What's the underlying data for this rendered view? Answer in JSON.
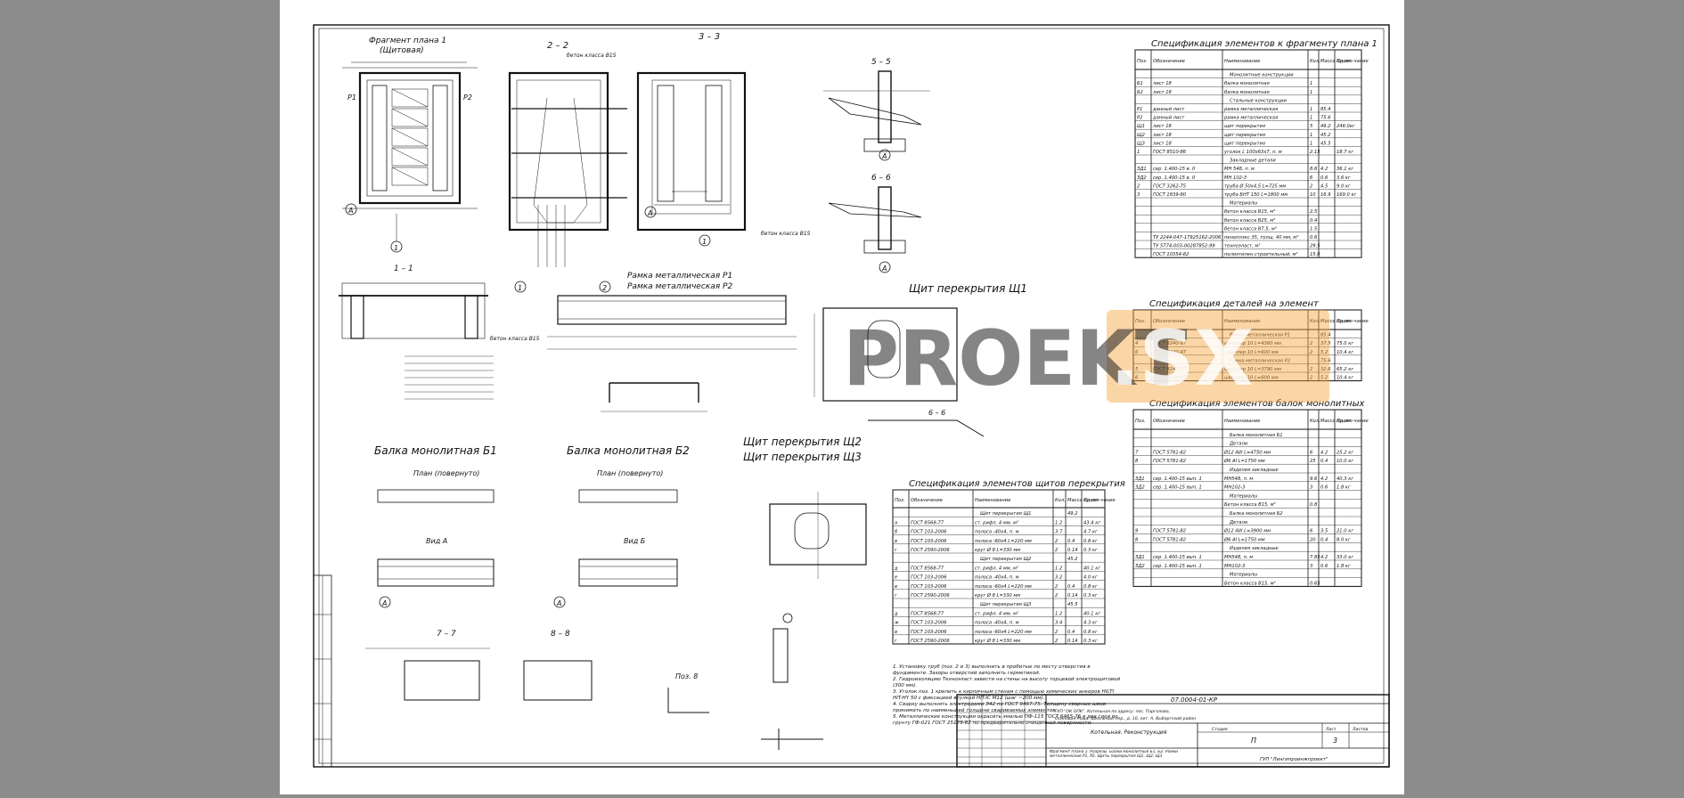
{
  "watermark": {
    "part1": "PROEKT",
    "part2": ".SX",
    "accent": "#f3a13a"
  },
  "views": {
    "plan1_title": "Фрагмент плана 1",
    "plan1_sub": "(Щитовая)",
    "s22": "2 – 2",
    "s33": "3 – 3",
    "s55": "5 – 5",
    "s66": "6 – 6",
    "s11": "1 – 1",
    "frame_p1": "Рамка металлическая Р1",
    "frame_p2": "Рамка металлическая Р2",
    "slab1": "Щит перекрытия Щ1",
    "slab2": "Щит перекрытия Щ2",
    "slab3": "Щит перекрытия Щ3",
    "beam_b1": "Балка монолитная Б1",
    "beam_b2": "Балка монолитная Б2",
    "plan_rot": "План (повернуто)",
    "view_a": "Вид А",
    "view_b": "Вид Б",
    "s77": "7 – 7",
    "s88": "8 – 8",
    "pos8": "Поз. 8",
    "concrete": "бетон класса В15"
  },
  "spec_plan": {
    "title": "Спецификация элементов к фрагменту плана 1",
    "headers": [
      "Поз.",
      "Обозначение",
      "Наименование",
      "Кол.",
      "Масса ед.,кг",
      "Приме-чание"
    ],
    "rows": [
      [
        "",
        "",
        "Монолитные конструкции",
        "",
        "",
        ""
      ],
      [
        "Б1",
        "лист 18",
        "балка монолитная",
        "1",
        "",
        ""
      ],
      [
        "Б2",
        "лист 18",
        "балка монолитная",
        "1",
        "",
        ""
      ],
      [
        "",
        "",
        "Стальные конструкции",
        "",
        "",
        ""
      ],
      [
        "Р1",
        "данный лист",
        "рамка металлическая",
        "1",
        "85.4",
        ""
      ],
      [
        "Р2",
        "данный лист",
        "рамка металлическая",
        "1",
        "75.6",
        ""
      ],
      [
        "Щ1",
        "лист 18",
        "щит перекрытия",
        "5",
        "49.2",
        "246.0кг"
      ],
      [
        "Щ2",
        "лист 18",
        "щит перекрытия",
        "1",
        "45.2",
        ""
      ],
      [
        "Щ3",
        "лист 18",
        "щит перекрытия",
        "1",
        "45.5",
        ""
      ],
      [
        "1",
        "ГОСТ 8510-86",
        "уголок L 100х63х7, п. м",
        "2.15",
        "",
        "18.7 кг"
      ],
      [
        "",
        "",
        "Закладные детали",
        "",
        "",
        ""
      ],
      [
        "ЗД1",
        "сер. 1.400-15 в. 0",
        "МН 548, п. м",
        "8.6",
        "4.2",
        "36.1 кг"
      ],
      [
        "ЗД2",
        "сер. 1.400-15 в. 0",
        "МН 102-3",
        "6",
        "0.6",
        "3.6 кг"
      ],
      [
        "2",
        "ГОСТ 3262-75",
        "труба Ø 50х4.5 L=725 мм",
        "2",
        "4.5",
        "9.0 кг"
      ],
      [
        "3",
        "ГОСТ 1839-80",
        "труба БНТ 150 L=1800 мм",
        "10",
        "16.9",
        "169.0 кг"
      ],
      [
        "",
        "",
        "Материалы",
        "",
        "",
        ""
      ],
      [
        "",
        "",
        "бетон класса В15, м³",
        "2.5",
        "",
        ""
      ],
      [
        "",
        "",
        "бетон класса В25, м³",
        "0.4",
        "",
        ""
      ],
      [
        "",
        "",
        "бетон класса В7.5, м³",
        "1.5",
        "",
        ""
      ],
      [
        "",
        "ТУ 2244-047-17925162-2006",
        "пеноплэкс 35, толщ. 40 мм, м²",
        "0.6",
        "",
        ""
      ],
      [
        "",
        "ТУ 5774-003-00287852-99",
        "техноэласт, м²",
        "29.5",
        "",
        ""
      ],
      [
        "",
        "ГОСТ 10354-82",
        "полиэтилен строительный, м²",
        "15.0",
        "",
        ""
      ]
    ]
  },
  "spec_details": {
    "title": "Спецификация деталей на элемент",
    "headers": [
      "Поз.",
      "Обозначение",
      "Наименование",
      "Кол.",
      "Масса ед.,кг",
      "Приме-чание"
    ],
    "rows": [
      [
        "",
        "",
        "Рамка металлическая Р1",
        "",
        "85.4",
        ""
      ],
      [
        "4",
        "ГОСТ 8240-97",
        "швеллер 10  L=4360 мм",
        "2",
        "37.5",
        "75.0 кг"
      ],
      [
        "6",
        "ГОСТ 8240-97",
        "швеллер 10  L=600 мм",
        "2",
        "5.2",
        "10.4 кг"
      ],
      [
        "",
        "",
        "Рамка металлическая Р2",
        "",
        "75.6",
        ""
      ],
      [
        "5",
        "ГОСТ 8240-97",
        "швеллер 10  L=3790 мм",
        "2",
        "32.6",
        "65.2 кг"
      ],
      [
        "6",
        "ГОСТ 8240-97",
        "швеллер 10  L=600 мм",
        "2",
        "5.2",
        "10.4 кг"
      ]
    ]
  },
  "spec_beams": {
    "title": "Спецификация элементов балок монолитных",
    "headers": [
      "Поз.",
      "Обозначение",
      "Наименование",
      "Кол.",
      "Масса ед.,кг",
      "Приме-чание"
    ],
    "rows": [
      [
        "",
        "",
        "Балка монолитная Б1",
        "",
        "",
        ""
      ],
      [
        "",
        "",
        "Детали",
        "",
        "",
        ""
      ],
      [
        "7",
        "ГОСТ 5781-82",
        "Ø12 АIII  L=4750 мм",
        "6",
        "4.2",
        "25.2 кг"
      ],
      [
        "8",
        "ГОСТ 5781-82",
        "Ø6 AI  L=1750 мм",
        "25",
        "0.4",
        "10.0 кг"
      ],
      [
        "",
        "",
        "Изделия закладные",
        "",
        "",
        ""
      ],
      [
        "ЗД1",
        "сер. 1.400-15 вып. 1",
        "МН548, п. м",
        "9.6",
        "4.2",
        "40.3 кг"
      ],
      [
        "ЗД2",
        "сер. 1.400-15 вып. 1",
        "МН102-3",
        "3",
        "0.6",
        "1.8 кг"
      ],
      [
        "",
        "",
        "Материалы",
        "",
        "",
        ""
      ],
      [
        "",
        "",
        "Бетон класса В15, м³",
        "0.8",
        "",
        ""
      ],
      [
        "",
        "",
        "Балка монолитная Б2",
        "",
        "",
        ""
      ],
      [
        "",
        "",
        "Детали",
        "",
        "",
        ""
      ],
      [
        "9",
        "ГОСТ 5781-82",
        "Ø12 АIII  L=3900 мм",
        "6",
        "3.5",
        "21.0 кг"
      ],
      [
        "8",
        "ГОСТ 5781-82",
        "Ø6 AI  L=1750 мм",
        "20",
        "0.4",
        "8.0 кг"
      ],
      [
        "",
        "",
        "Изделия закладные",
        "",
        "",
        ""
      ],
      [
        "ЗД1",
        "сер. 1.400-15 вып. 1",
        "МН548, п. м",
        "7.85",
        "4.2",
        "33.0 кг"
      ],
      [
        "ЗД2",
        "сер. 1.400-15 вып. 1",
        "МН102-3",
        "3",
        "0.6",
        "1.8 кг"
      ],
      [
        "",
        "",
        "Материалы",
        "",
        "",
        ""
      ],
      [
        "",
        "",
        "Бетон класса В15, м³",
        "0.65",
        "",
        ""
      ]
    ]
  },
  "spec_slabs": {
    "title": "Спецификация элементов щитов перекрытия",
    "headers": [
      "Поз.",
      "Обозначение",
      "Наименование",
      "Кол.",
      "Масса ед.,кг",
      "Приме-чание"
    ],
    "rows": [
      [
        "",
        "",
        "Щит перекрытия Щ1",
        "",
        "49.2",
        ""
      ],
      [
        "а",
        "ГОСТ 8568-77",
        "ст. рифл. 4 мм, м²",
        "1.2",
        "",
        "43.4 кг"
      ],
      [
        "б",
        "ГОСТ 103-2006",
        "полоса -40х4, п. м",
        "3.7",
        "",
        "4.7 кг"
      ],
      [
        "в",
        "ГОСТ 103-2006",
        "полоса -60х4  L=220 мм",
        "2",
        "0.4",
        "0.8 кг"
      ],
      [
        "г",
        "ГОСТ 2590-2006",
        "круг Ø 8    L=330 мм",
        "2",
        "0.14",
        "0.3 кг"
      ],
      [
        "",
        "",
        "Щит перекрытия Щ2",
        "",
        "45.2",
        ""
      ],
      [
        "д",
        "ГОСТ 8568-77",
        "ст. рифл. 4 мм, м²",
        "1.2",
        "",
        "40.1 кг"
      ],
      [
        "е",
        "ГОСТ 103-2006",
        "полоса -40х4, п. м",
        "3.2",
        "",
        "4.0 кг"
      ],
      [
        "в",
        "ГОСТ 103-2006",
        "полоса -60х4  L=220 мм",
        "2",
        "0.4",
        "0.8 кг"
      ],
      [
        "г",
        "ГОСТ 2590-2006",
        "круг Ø 8    L=330 мм",
        "2",
        "0.14",
        "0.3 кг"
      ],
      [
        "",
        "",
        "Щит перекрытия Щ3",
        "",
        "45.5",
        ""
      ],
      [
        "д",
        "ГОСТ 8568-77",
        "ст. рифл. 4 мм, м²",
        "1.2",
        "",
        "40.1 кг"
      ],
      [
        "ж",
        "ГОСТ 103-2006",
        "полоса -40х4, п. м",
        "3.4",
        "",
        "4.3 кг"
      ],
      [
        "в",
        "ГОСТ 103-2006",
        "полоса -60х4  L=220 мм",
        "2",
        "0.4",
        "0.8 кг"
      ],
      [
        "г",
        "ГОСТ 2590-2006",
        "круг Ø 8    L=330 мм",
        "2",
        "0.14",
        "0.3 кг"
      ]
    ]
  },
  "notes": [
    "1. Установку труб (поз. 2 и 3) выполнить в пробитые по месту отверстия в фундаменте. Зазоры отверстий заполнить герметикой.",
    "2. Гидроизоляцию Техноэласт завести на стены на высоту торцевой электрощитовой (300 мм).",
    "3. Уголок поз. 1 крепить к кирпичным стенам с помощью химических анкеров HILTI HIT-HY 50 с фиксацией втулкой HIT-IC M12 (шаг ~200 мм).",
    "4. Сварку выполнять электродами Э42 по ГОСТ 9467-75. Толщину сварных швов принимать по наименьшей толщине свариваемых элементов.",
    "5. Металлические конструкции окрасить эмалью ПФ-115 ГОСТ 6465-76  в два слоя по грунту ГФ-021 ГОСТ 25129-82 по предварительно очищенной поверхности."
  ],
  "stamp": {
    "code": "07.0004-01-КР",
    "org_line1": "ГУП \"ОК ОПК\". Котельная по адресу: пос. Парголово,",
    "org_line2": "Осиновая Роща, Школьный пер., д. 10, лит. А, Выборгский район",
    "building": "Котельная. Реконструкция",
    "sheet_title": "Фрагмент плана 1. Разрезы. Балки монолитные Б1, Б2. Рамки металлические Р1, Р2. Щиты перекрытия Щ1, Щ2, Щ3",
    "stage_label": "Стадия",
    "sheet_label": "Лист",
    "sheets_label": "Листов",
    "stage": "П",
    "sheet": "3",
    "company": "ГУП \"Ленгипроинжпроект\""
  }
}
